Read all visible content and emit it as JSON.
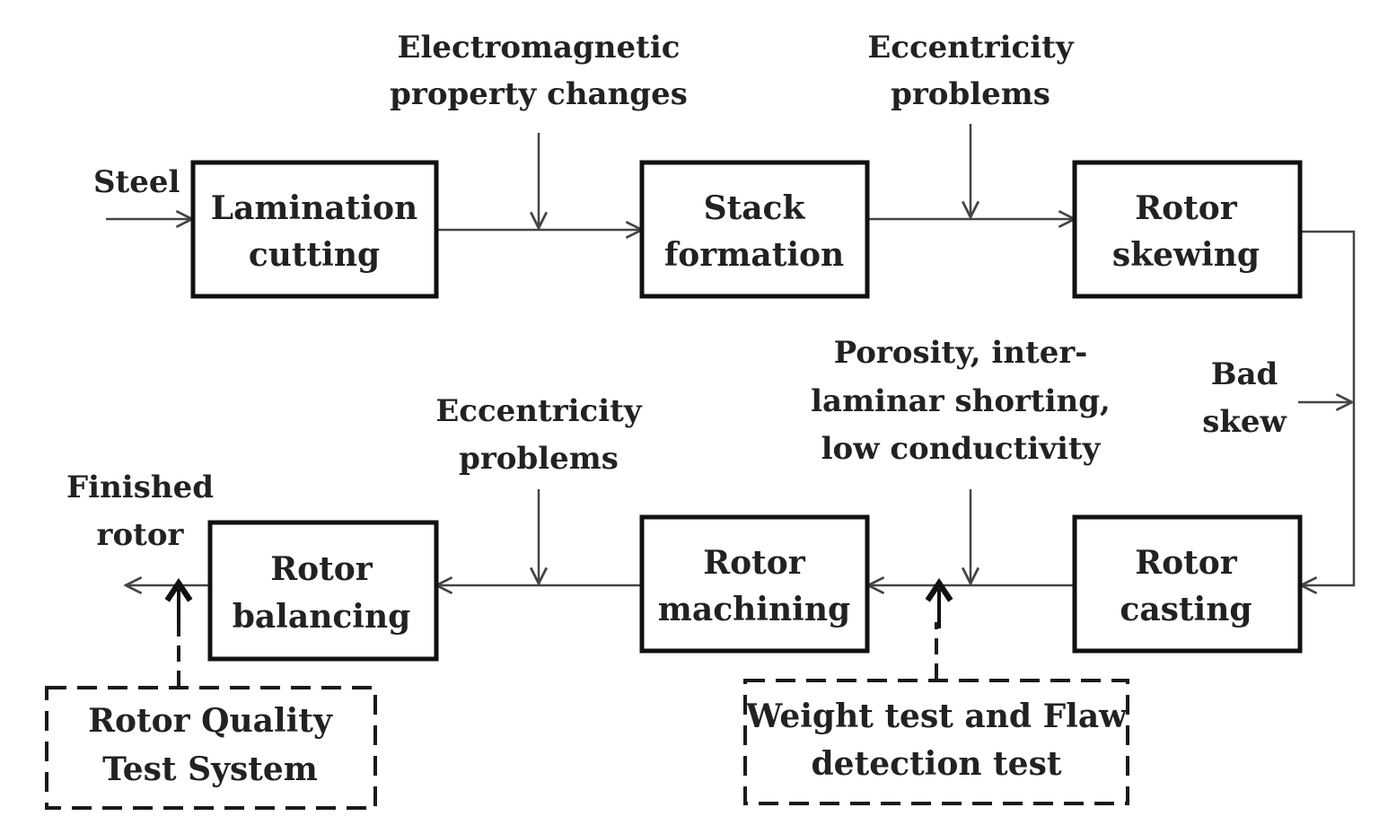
{
  "colors": {
    "box_stroke": "#111111",
    "arrow_stroke": "#444444",
    "dashed_stroke": "#1a1a1a",
    "text": "#222222",
    "background": "#ffffff"
  },
  "process_boxes": {
    "lamination_cutting": [
      "Lamination",
      "cutting"
    ],
    "stack_formation": [
      "Stack",
      "formation"
    ],
    "rotor_skewing": [
      "Rotor",
      "skewing"
    ],
    "rotor_casting": [
      "Rotor",
      "casting"
    ],
    "rotor_machining": [
      "Rotor",
      "machining"
    ],
    "rotor_balancing": [
      "Rotor",
      "balancing"
    ]
  },
  "test_boxes": {
    "rotor_quality_test_system": [
      "Rotor Quality",
      "Test System"
    ],
    "weight_and_flaw_test": [
      "Weight test and Flaw",
      "detection test"
    ]
  },
  "flow_labels": {
    "input": "Steel",
    "output": [
      "Finished",
      "rotor"
    ]
  },
  "defect_labels": {
    "electromagnetic": [
      "Electromagnetic",
      "property changes"
    ],
    "eccentricity_top": [
      "Eccentricity",
      "problems"
    ],
    "bad_skew": [
      "Bad",
      "skew"
    ],
    "porosity": [
      "Porosity,  inter-",
      "laminar shorting,",
      "low conductivity"
    ],
    "eccentricity_bottom": [
      "Eccentricity",
      "problems"
    ]
  }
}
